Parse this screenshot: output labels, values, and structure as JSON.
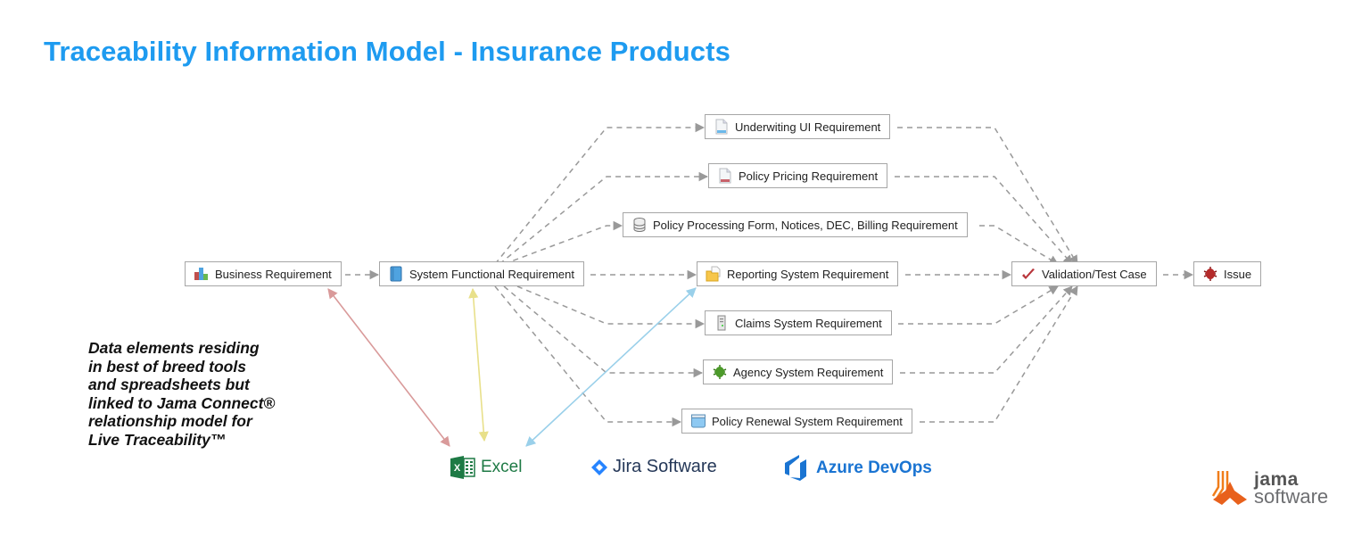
{
  "title": "Traceability Information Model - Insurance Products",
  "colors": {
    "title": "#1e9bf0",
    "connector": "#999999",
    "excel_link": "#d99a9a",
    "jira_link": "#e8e08a",
    "azure_link": "#9ad0ea"
  },
  "nodes": {
    "business": {
      "label": "Business Requirement",
      "icon": "bar-chart-icon"
    },
    "system_functional": {
      "label": "System Functional Requirement",
      "icon": "book-icon"
    },
    "underwriting_ui": {
      "label": "Underwiting UI Requirement",
      "icon": "document-blue-icon"
    },
    "policy_pricing": {
      "label": "Policy Pricing Requirement",
      "icon": "document-red-icon"
    },
    "policy_processing": {
      "label": "Policy Processing Form, Notices, DEC, Billing Requirement",
      "icon": "database-icon"
    },
    "reporting": {
      "label": "Reporting System Requirement",
      "icon": "folder-document-icon"
    },
    "claims": {
      "label": "Claims System Requirement",
      "icon": "server-icon"
    },
    "agency": {
      "label": "Agency System Requirement",
      "icon": "bug-green-icon"
    },
    "policy_renewal": {
      "label": "Policy Renewal System Requirement",
      "icon": "window-icon"
    },
    "validation": {
      "label": "Validation/Test Case",
      "icon": "checkmark-icon"
    },
    "issue": {
      "label": "Issue",
      "icon": "bug-red-icon"
    }
  },
  "note_lines": [
    "Data elements residing",
    "in best of breed tools",
    "and spreadsheets but",
    "linked to Jama Connect®",
    "relationship model for",
    "Live Traceability™"
  ],
  "tools": {
    "excel": "Excel",
    "jira": "Jira Software",
    "azure": "Azure DevOps"
  },
  "brand": {
    "line1": "jama",
    "line2": "software"
  }
}
